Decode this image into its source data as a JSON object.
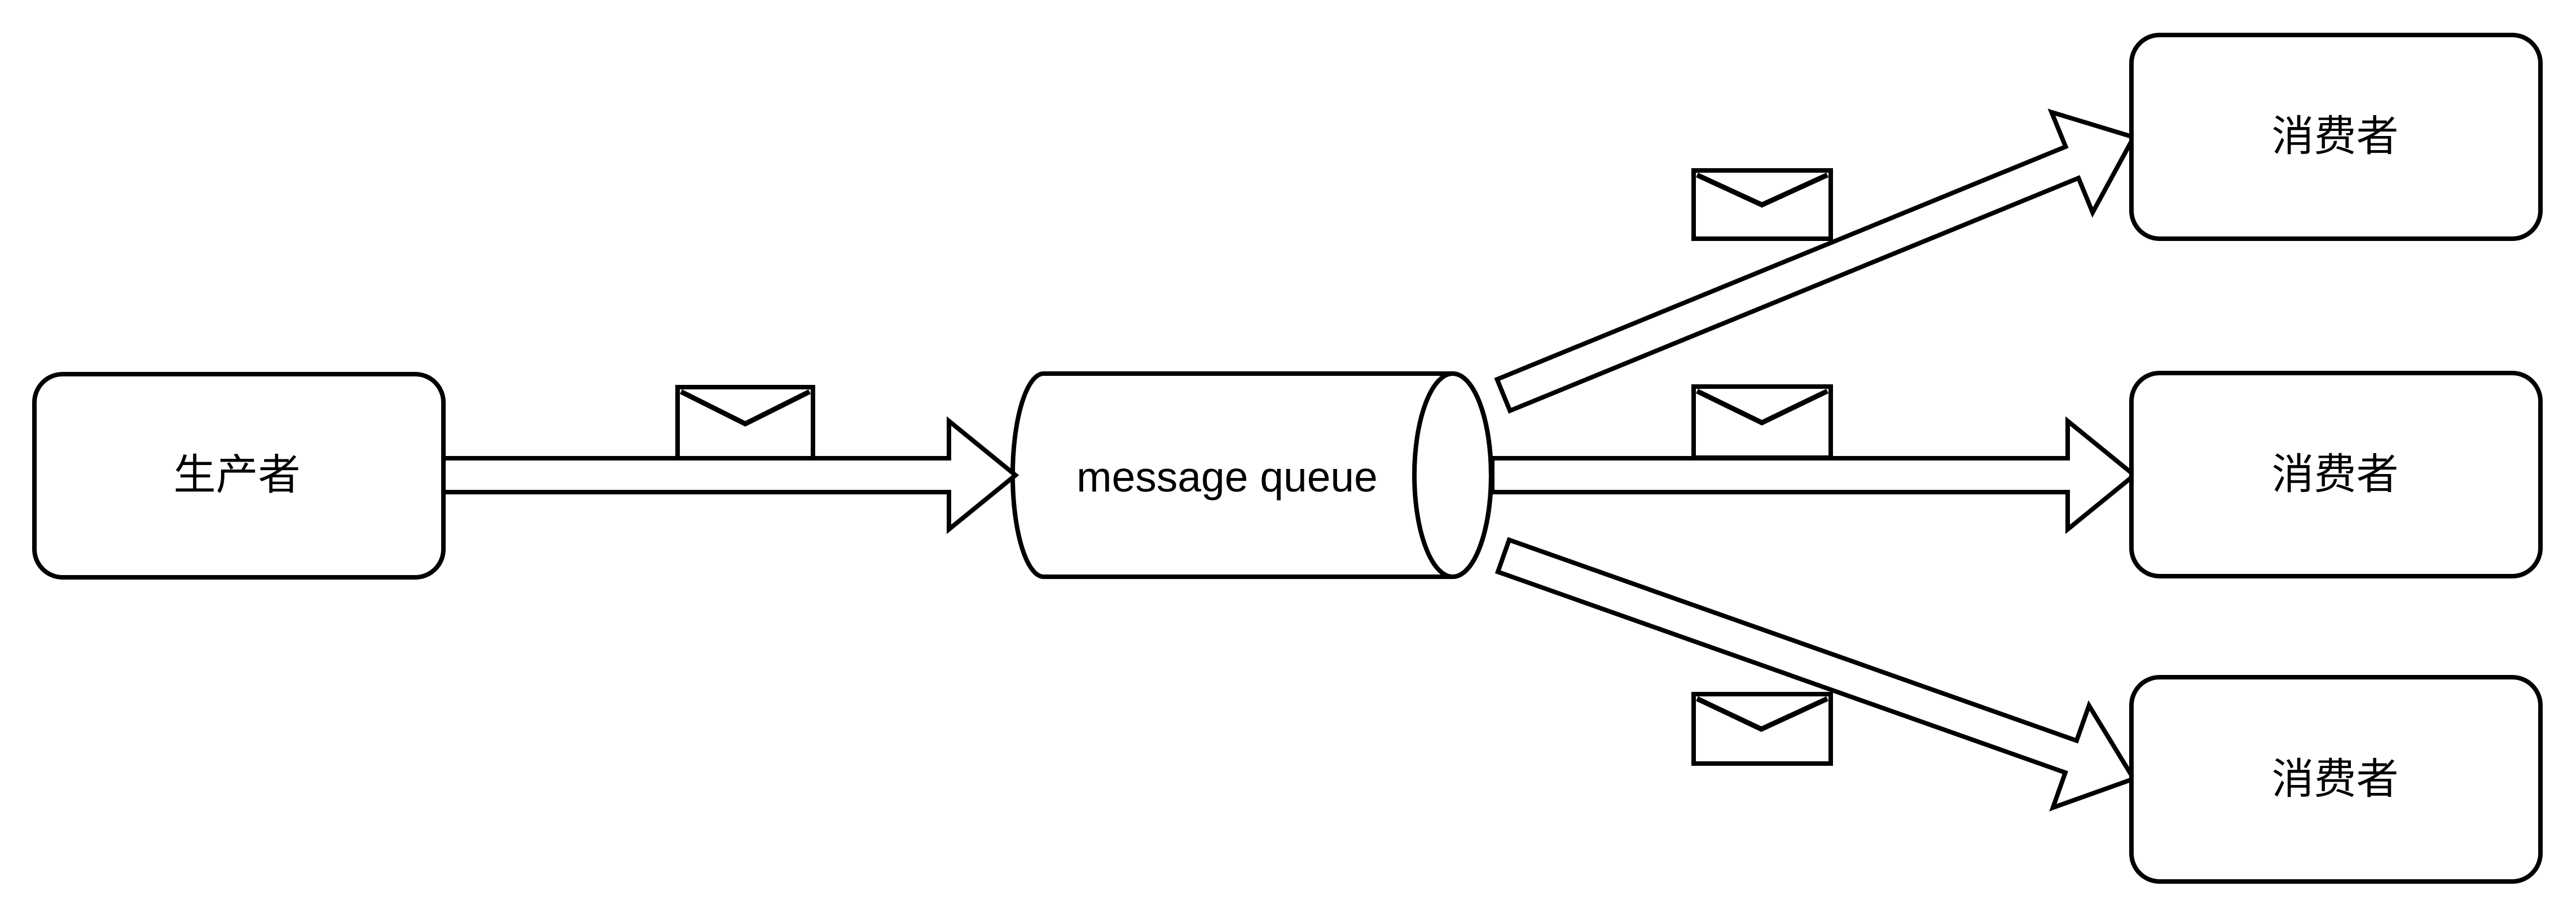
{
  "colors": {
    "background": "#ffffff",
    "stroke": "#000000",
    "text": "#000000"
  },
  "nodes": {
    "producer": {
      "label": "生产者",
      "shape": "rounded-rectangle"
    },
    "queue": {
      "label": "message queue",
      "shape": "horizontal-cylinder"
    },
    "consumers": [
      {
        "label": "消费者",
        "shape": "rounded-rectangle"
      },
      {
        "label": "消费者",
        "shape": "rounded-rectangle"
      },
      {
        "label": "消费者",
        "shape": "rounded-rectangle"
      }
    ]
  },
  "edges": [
    {
      "from": "producer",
      "to": "queue",
      "icon": "envelope-icon"
    },
    {
      "from": "queue",
      "to": "consumer-top",
      "icon": "envelope-icon"
    },
    {
      "from": "queue",
      "to": "consumer-middle",
      "icon": "envelope-icon"
    },
    {
      "from": "queue",
      "to": "consumer-bottom",
      "icon": "envelope-icon"
    }
  ]
}
